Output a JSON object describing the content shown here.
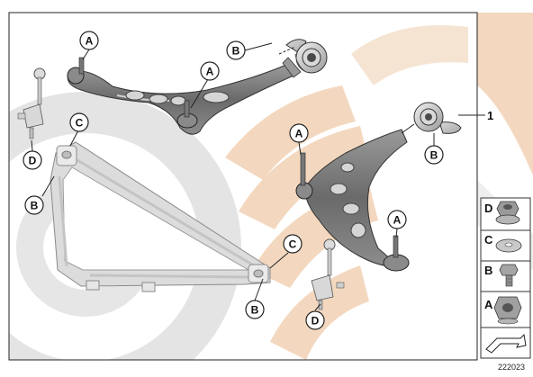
{
  "callouts": {
    "a1": "A",
    "a2": "A",
    "a3": "A",
    "a4": "A",
    "b1": "B",
    "b2": "B",
    "b3": "B",
    "b4": "B",
    "c1": "C",
    "c2": "C",
    "d1": "D",
    "d2": "D"
  },
  "reference_number": "1",
  "parts_key": [
    {
      "letter": "D",
      "icon": "flanged-nut-icon"
    },
    {
      "letter": "C",
      "icon": "washer-icon"
    },
    {
      "letter": "B",
      "icon": "hex-bolt-icon"
    },
    {
      "letter": "A",
      "icon": "lock-nut-icon"
    }
  ],
  "key_bottom_icon": "arrow-icon",
  "diagram_id": "222023",
  "colors": {
    "watermark_grey": "#e3e3e3",
    "watermark_orange": "#f3d8bf",
    "part_dark": "#6f6f6f",
    "part_light": "#b8b8b8",
    "outline": "#222222"
  }
}
